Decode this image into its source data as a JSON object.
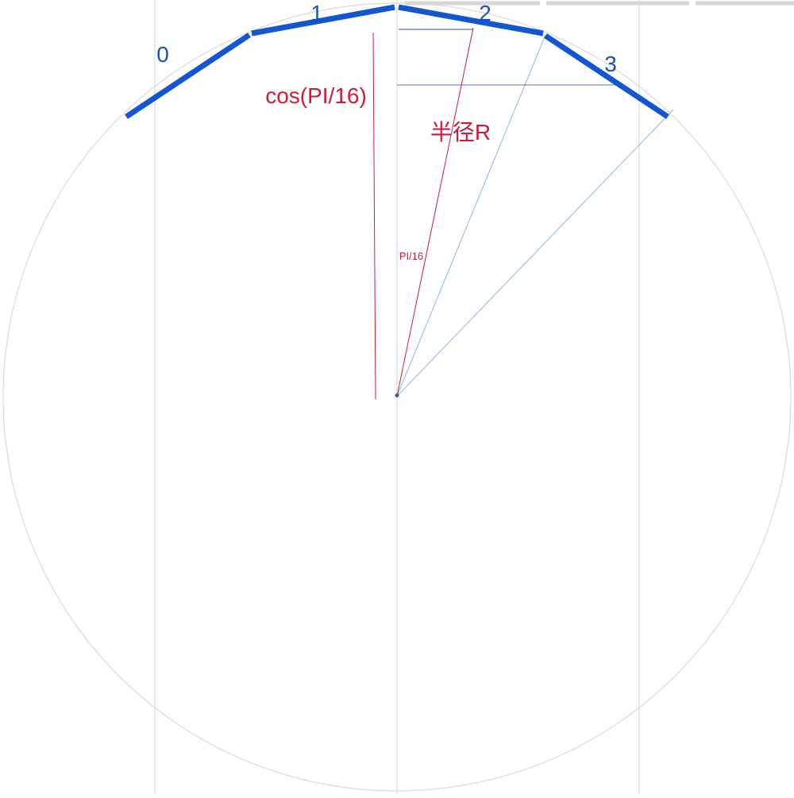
{
  "colors": {
    "guide": "#d6d6d6",
    "circle": "#d9d9d9",
    "polyline": "#1257d1",
    "segment_label": "#1a4fbf",
    "ray_light": "#8fb3e6",
    "ray_dark": "#1f4fa8",
    "red": "#d11a3a",
    "chord_marker": "#1f4fa8",
    "center_dot": "#3a5fb0"
  },
  "segments": [
    {
      "label": "0"
    },
    {
      "label": "1"
    },
    {
      "label": "2"
    },
    {
      "label": "3"
    }
  ],
  "labels": {
    "cos_label": "cos(PI/16)",
    "radius_label": "半径R",
    "angle_label": "PI/16"
  }
}
